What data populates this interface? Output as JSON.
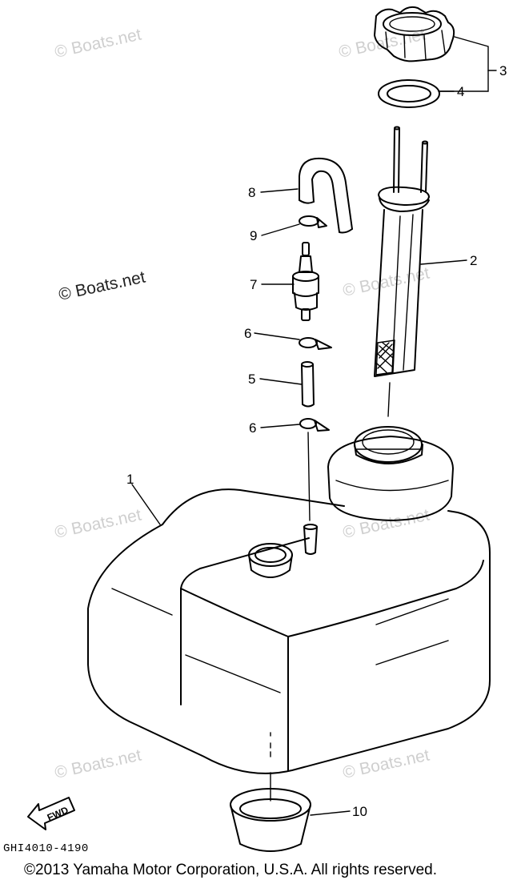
{
  "watermark": "© Boats.net",
  "callouts": [
    "1",
    "2",
    "3",
    "4",
    "5",
    "6",
    "6",
    "7",
    "8",
    "9",
    "10"
  ],
  "fwd_label": "FWD",
  "diagram_code": "GHI4010-4190",
  "copyright": "©2013 Yamaha Motor Corporation, U.S.A. All rights reserved."
}
